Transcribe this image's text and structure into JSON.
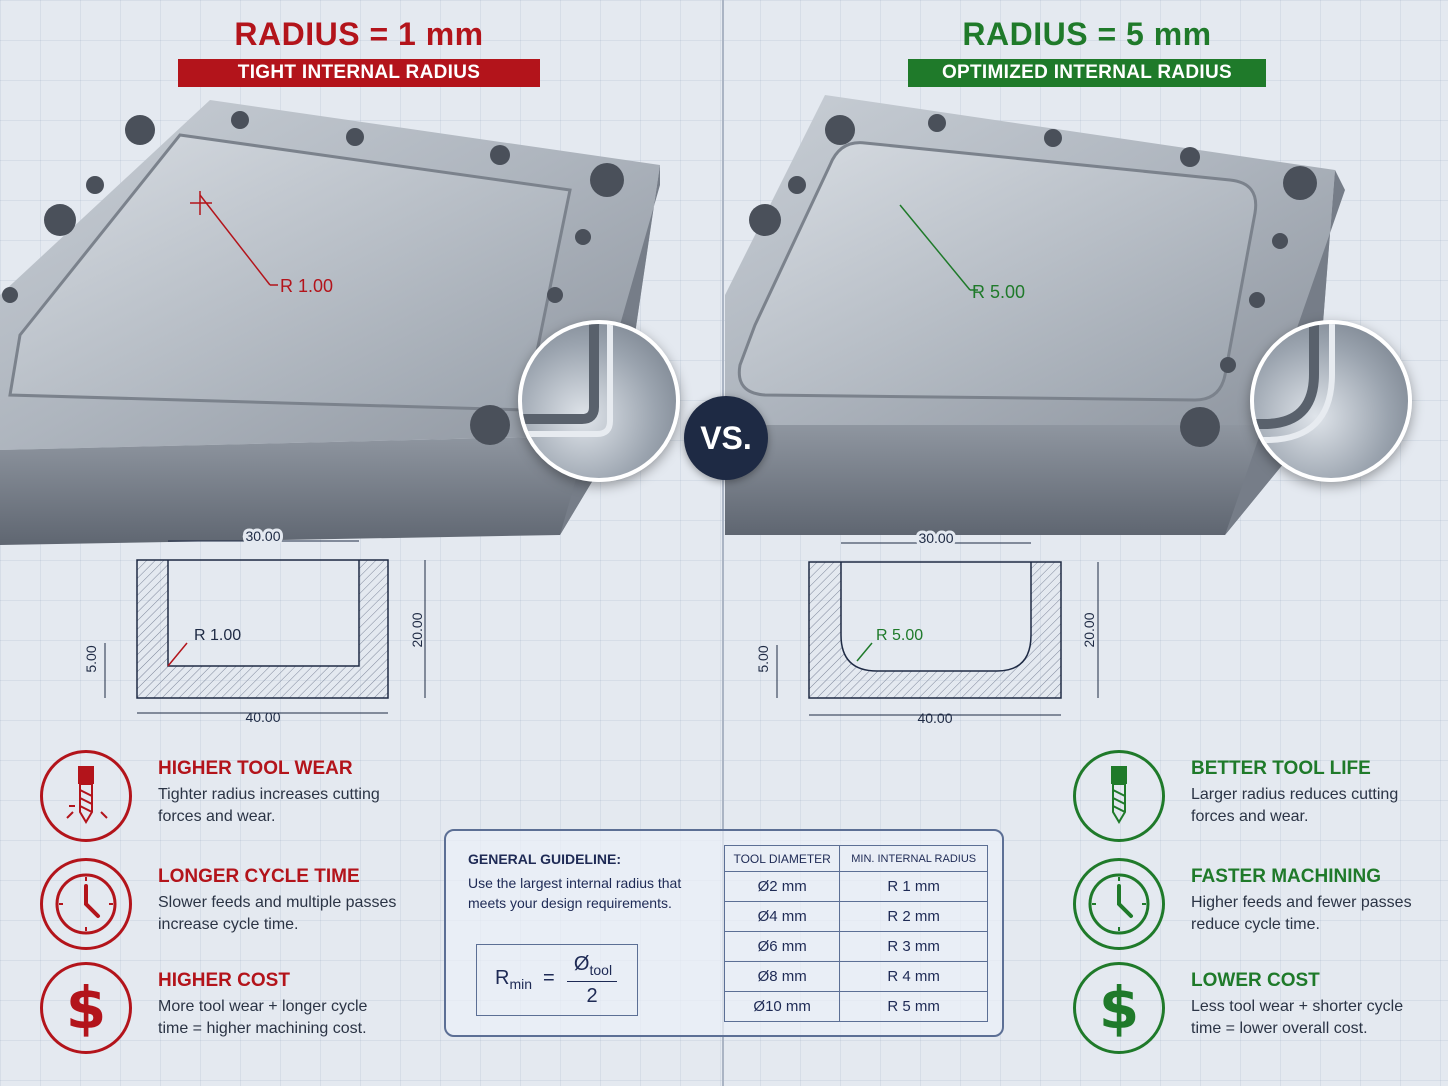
{
  "left": {
    "title": "RADIUS = 1 mm",
    "tag": "TIGHT INTERNAL RADIUS",
    "callout": "R 1.00",
    "drawing": {
      "width": "40.00",
      "inner_width": "30.00",
      "height": "20.00",
      "floor": "5.00",
      "radius": "R 1.00"
    },
    "benefits": [
      {
        "title": "HIGHER TOOL WEAR",
        "text": "Tighter radius increases cutting forces and wear.",
        "icon": "drill-icon"
      },
      {
        "title": "LONGER CYCLE TIME",
        "text": "Slower feeds and multiple passes increase cycle time.",
        "icon": "clock-icon"
      },
      {
        "title": "HIGHER COST",
        "text": "More tool wear + longer cycle time = higher machining cost.",
        "icon": "dollar-icon"
      }
    ]
  },
  "right": {
    "title": "RADIUS = 5 mm",
    "tag": "OPTIMIZED INTERNAL RADIUS",
    "callout": "R 5.00",
    "drawing": {
      "width": "40.00",
      "inner_width": "30.00",
      "height": "20.00",
      "floor": "5.00",
      "radius": "R 5.00"
    },
    "benefits": [
      {
        "title": "BETTER TOOL LIFE",
        "text": "Larger radius reduces cutting forces and wear.",
        "icon": "drill-icon"
      },
      {
        "title": "FASTER MACHINING",
        "text": "Higher feeds and fewer passes reduce cycle time.",
        "icon": "clock-icon"
      },
      {
        "title": "LOWER COST",
        "text": "Less tool wear + shorter cycle time = lower overall cost.",
        "icon": "dollar-icon"
      }
    ]
  },
  "vs_label": "VS.",
  "guideline": {
    "title": "GENERAL GUIDELINE:",
    "text": "Use the largest internal radius that meets your design requirements.",
    "formula": {
      "lhs": "R",
      "lhs_sub": "min",
      "eq": "=",
      "num": "Ø",
      "num_sub": "tool",
      "den": "2"
    },
    "table_headers": [
      "TOOL DIAMETER",
      "MIN. INTERNAL RADIUS"
    ],
    "table_rows": [
      [
        "Ø2 mm",
        "R 1 mm"
      ],
      [
        "Ø4 mm",
        "R 2 mm"
      ],
      [
        "Ø6 mm",
        "R 3 mm"
      ],
      [
        "Ø8 mm",
        "R 4 mm"
      ],
      [
        "Ø10 mm",
        "R 5 mm"
      ]
    ]
  },
  "colors": {
    "red": "#b3141b",
    "green": "#1f7a2a",
    "navy": "#1e2a44"
  },
  "dollar_glyph": "$"
}
